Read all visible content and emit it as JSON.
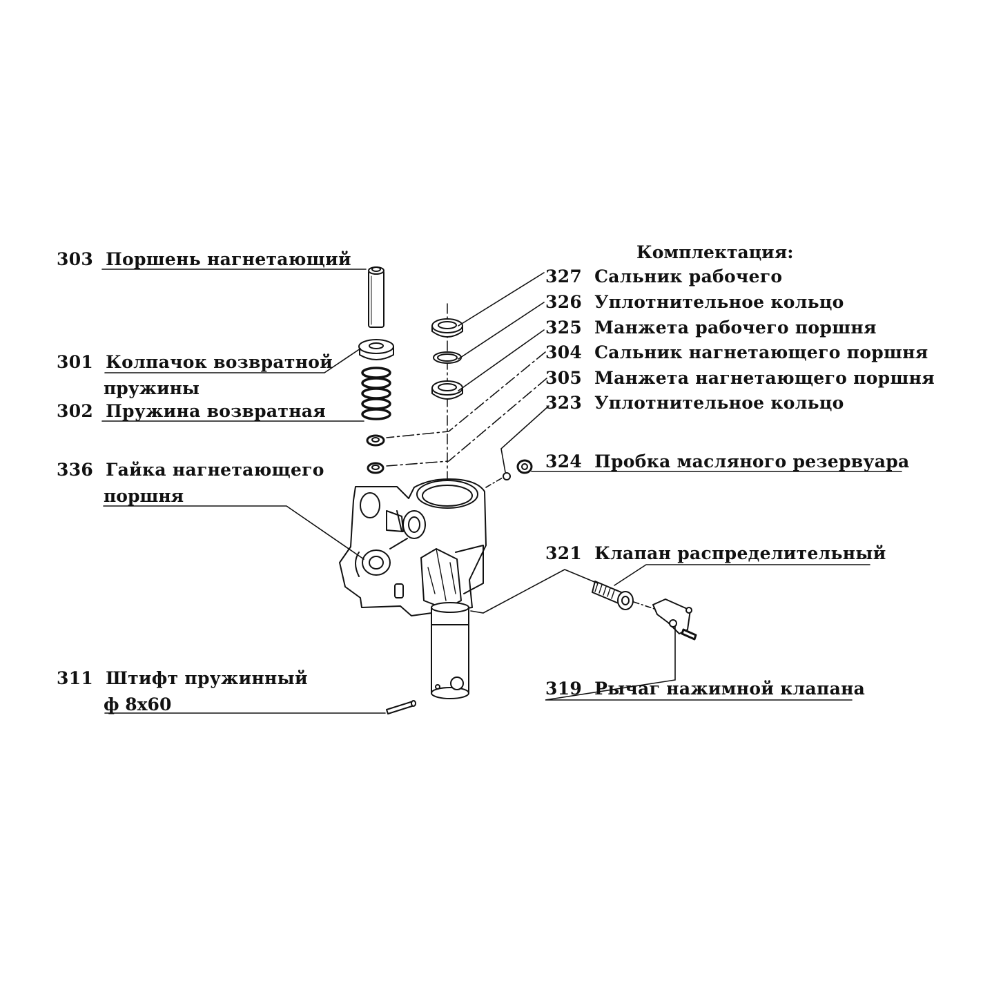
{
  "heading": "Комплектация:",
  "parts": {
    "p303": {
      "number": "303",
      "name": "Поршень нагнетающий"
    },
    "p301": {
      "number": "301",
      "name": "Колпачок возвратной",
      "name2": "пружины"
    },
    "p302": {
      "number": "302",
      "name": "Пружина возвратная"
    },
    "p336": {
      "number": "336",
      "name": "Гайка нагнетающего",
      "name2": "поршня"
    },
    "p311": {
      "number": "311",
      "name": "Штифт пружинный",
      "name2": "ф 8х60"
    },
    "p327": {
      "number": "327",
      "name": "Сальник рабочего"
    },
    "p326": {
      "number": "326",
      "name": "Уплотнительное кольцо"
    },
    "p325": {
      "number": "325",
      "name": "Манжета рабочего поршня"
    },
    "p304": {
      "number": "304",
      "name": "Сальник нагнетающего поршня"
    },
    "p305": {
      "number": "305",
      "name": "Манжета нагнетающего поршня"
    },
    "p323": {
      "number": "323",
      "name": "Уплотнительное кольцо"
    },
    "p324": {
      "number": "324",
      "name": "Пробка масляного резервуара"
    },
    "p321": {
      "number": "321",
      "name": "Клапан распределительный"
    },
    "p319": {
      "number": "319",
      "name": "Рычаг нажимной клапана"
    }
  },
  "colors": {
    "ink": "#111111",
    "background": "#ffffff",
    "part_fill": "#ffffff"
  }
}
